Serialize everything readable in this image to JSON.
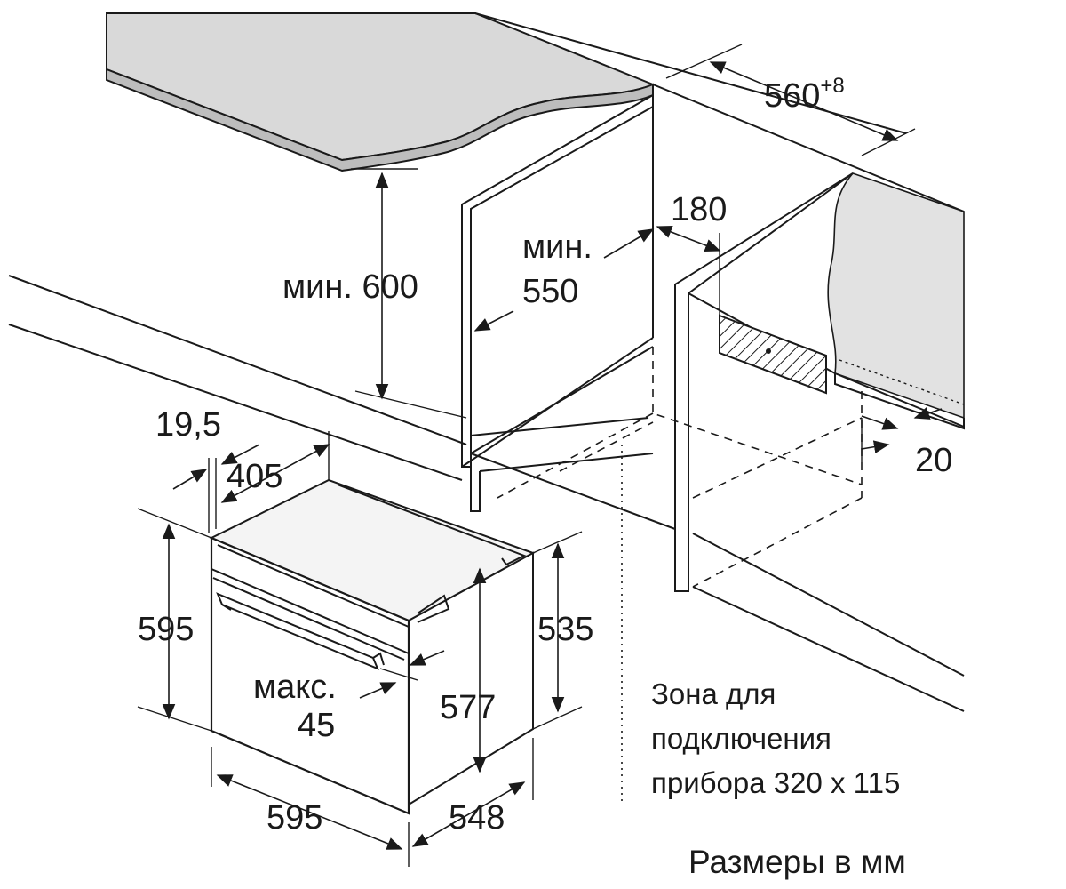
{
  "dimensions": {
    "niche_width": "560",
    "niche_width_tolerance": "+8",
    "niche_height": "мин. 600",
    "niche_depth_label": "мин.",
    "niche_depth_value": "550",
    "connection_offset": "180",
    "rear_gap": "20",
    "oven_front_panel": "19,5",
    "oven_top_depth": "405",
    "oven_height": "595",
    "oven_body_height": "535",
    "oven_inner_height": "577",
    "handle_protrusion_label": "макс.",
    "handle_protrusion_value": "45",
    "oven_width": "595",
    "oven_depth": "548"
  },
  "notes": {
    "zone_line1": "Зона для",
    "zone_line2": "подключения",
    "zone_line3": "прибора 320 x 115"
  },
  "caption": "Размеры в мм",
  "colors": {
    "line": "#1a1a1a",
    "countertop": "#d9d9d9",
    "wall": "#e2e2e2",
    "background": "#ffffff"
  }
}
